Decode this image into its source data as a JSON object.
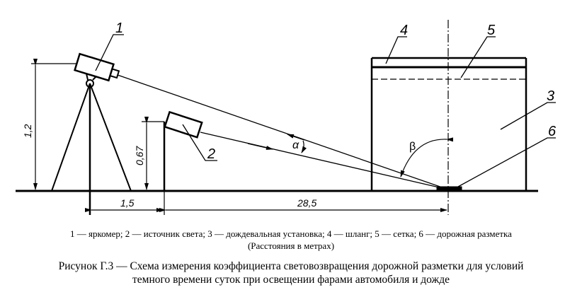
{
  "diagram": {
    "labels": {
      "l1": "1",
      "l2": "2",
      "l3": "3",
      "l4": "4",
      "l5": "5",
      "l6": "6"
    },
    "dimensions": {
      "height_meter": "1,2",
      "height_source": "0,67",
      "offset": "1,5",
      "distance": "28,5"
    },
    "angles": {
      "alpha": "α",
      "beta": "β"
    }
  },
  "caption": {
    "legend": "1 — яркомер; 2 — источник света; 3 — дождевальная установка; 4 — шланг; 5 — сетка; 6 — дорожная разметка",
    "units": "(Расстояния в метрах)",
    "title_line1": "Рисунок Г.3 — Схема измерения коэффициента световозвращения дорожной разметки для условий",
    "title_line2": "темного времени суток при освещении фарами автомобиля и дожде"
  }
}
